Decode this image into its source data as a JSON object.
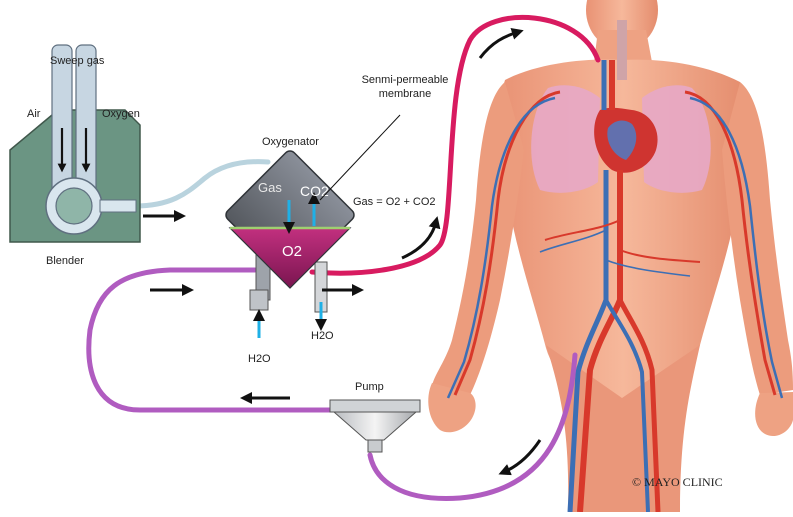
{
  "labels": {
    "sweep_gas": "Sweep gas",
    "air": "Air",
    "oxygen": "Oxygen",
    "blender": "Blender",
    "oxygenator": "Oxygenator",
    "membrane_line1": "Senmi-permeable",
    "membrane_line2": "membrane",
    "gas_formula": "Gas = O2 + CO2",
    "water_in": "H2O",
    "water_out": "H2O",
    "pump": "Pump",
    "copyright": "© MAYO CLINIC"
  },
  "device_labels": {
    "gas": "Gas",
    "co2": "CO2",
    "o2": "O2"
  },
  "colors": {
    "oxygenated_tube": "#d81b60",
    "deoxygenated_tube": "#b05cc0",
    "gas_tube": "#b9d3de",
    "blender_fill": "#6b9583",
    "water_arrow": "#1fb0e6",
    "skin": "#f0a585",
    "artery": "#d8392b",
    "vein": "#3c6fb5"
  }
}
